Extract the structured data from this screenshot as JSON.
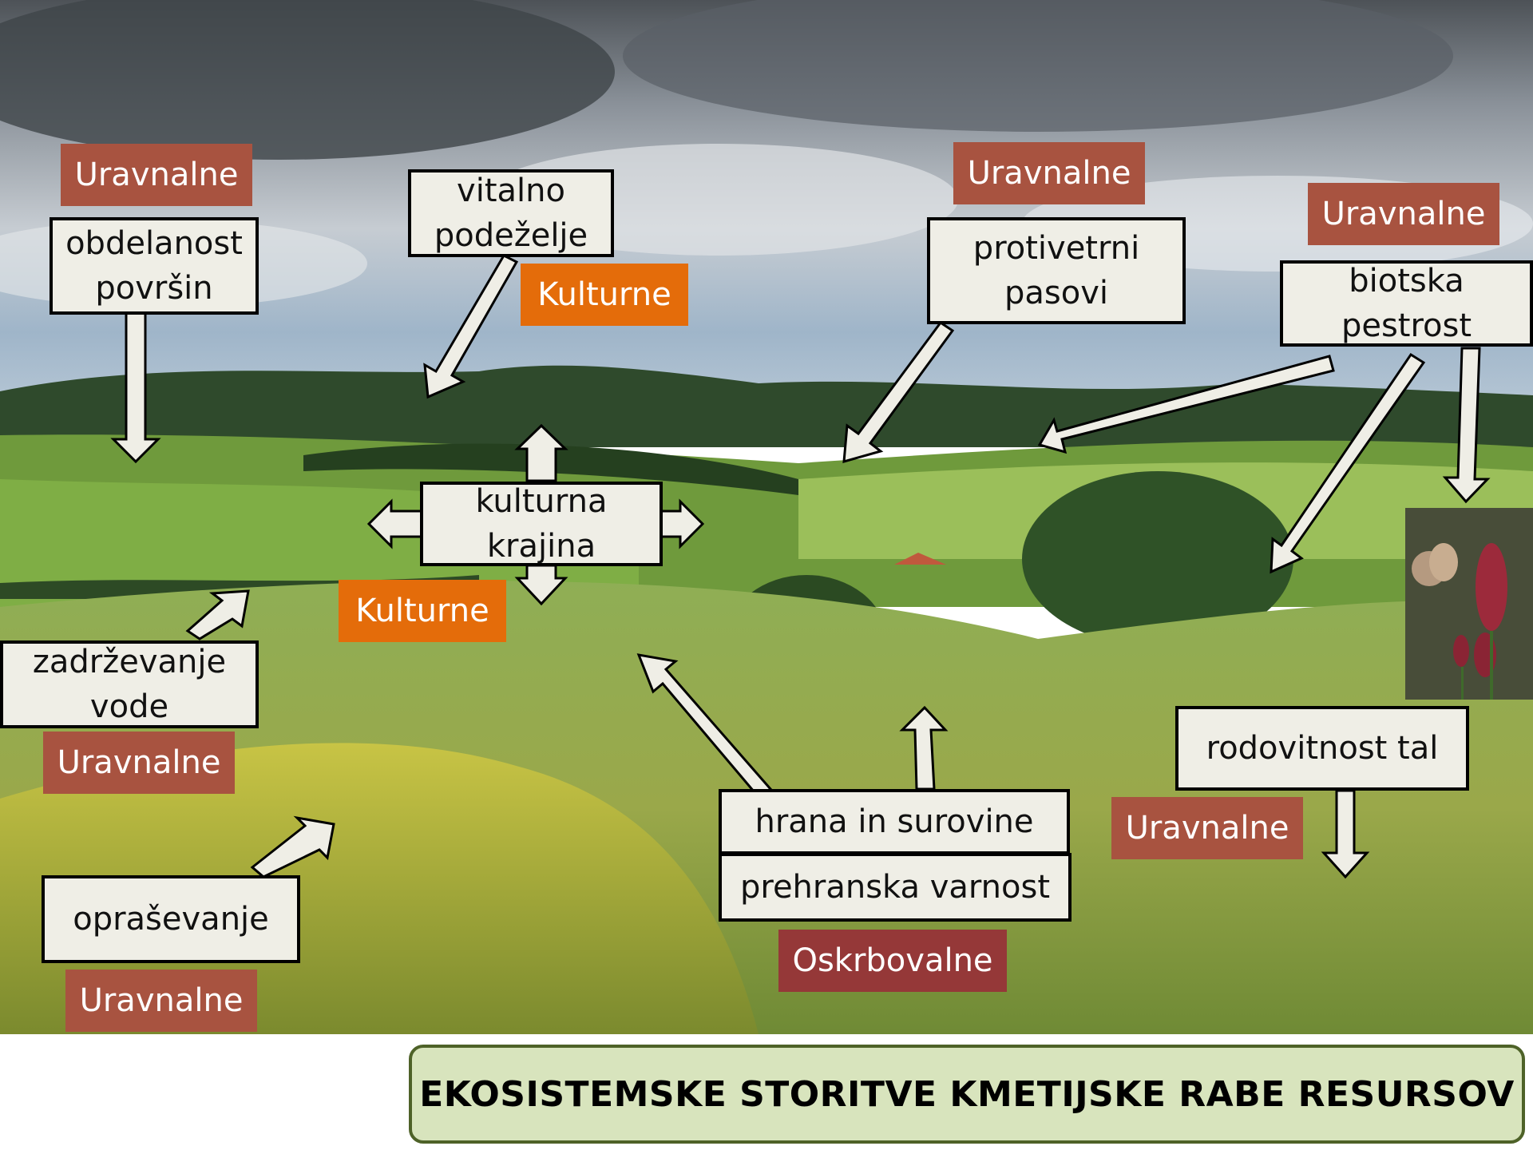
{
  "title": "EKOSISTEMSKE STORITVE KMETIJSKE RABE RESURSOV",
  "colors": {
    "regulating": "#a85340",
    "cultural": "#e46c0a",
    "provisioning": "#953838",
    "box_fill": "#efeee6",
    "title_fill": "#d8e4bd",
    "title_border": "#4e6228"
  },
  "boxes": {
    "obdelanost": "obdelanost\npovršin",
    "vitalno": "vitalno\npodeželje",
    "protivetrni": "protivetrni\npasovi",
    "biotska": "biotska\npestrost",
    "kulturna": "kulturna\nkrajina",
    "zadrzevanje": "zadrževanje\nvode",
    "rodovitnost": "rodovitnost tal",
    "hrana": "hrana in surovine",
    "prehranska": "prehranska varnost",
    "oprasevanje": "opraševanje"
  },
  "tags": {
    "uravnalne": "Uravnalne",
    "kulturne": "Kulturne",
    "oskrbovalne": "Oskrbovalne"
  },
  "photo": {
    "description_icon": "butterfly-on-flower-photo"
  }
}
